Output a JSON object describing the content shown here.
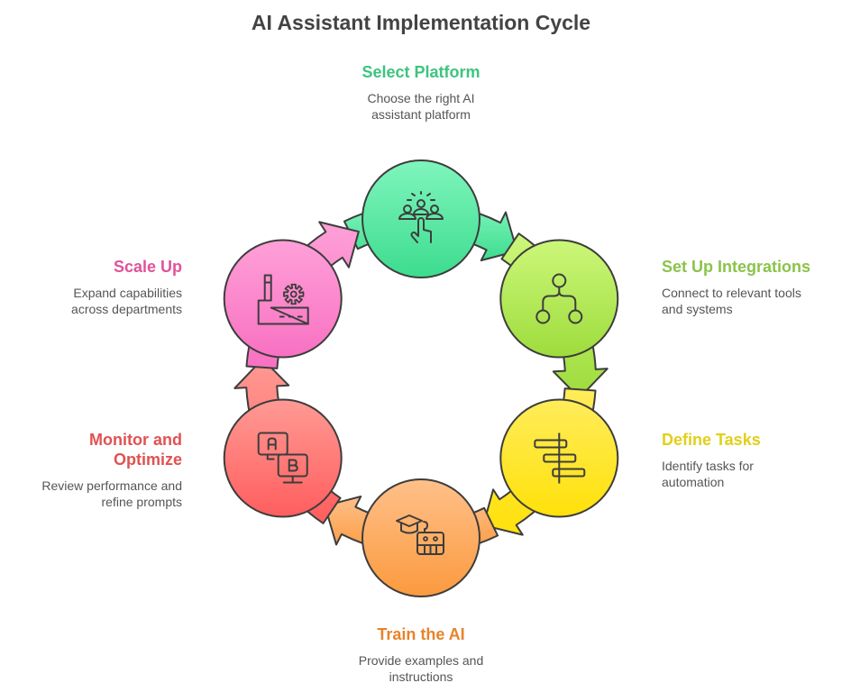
{
  "title": "AI Assistant Implementation Cycle",
  "steps": [
    {
      "id": "select-platform",
      "title": "Select Platform",
      "desc_lines": [
        "Choose the right AI",
        "assistant platform"
      ],
      "color": "#3dc47e",
      "fill_top": "#7ff5bd",
      "fill_bottom": "#3ddc8e",
      "icon": "people-pointer-icon"
    },
    {
      "id": "set-up-integrations",
      "title": "Set Up Integrations",
      "desc_lines": [
        "Connect to relevant tools",
        "and systems"
      ],
      "color": "#8bc34a",
      "fill_top": "#ccf77a",
      "fill_bottom": "#9edc3c",
      "icon": "hierarchy-nodes-icon"
    },
    {
      "id": "define-tasks",
      "title": "Define Tasks",
      "desc_lines": [
        "Identify tasks for",
        "automation"
      ],
      "color": "#e2cf1a",
      "fill_top": "#ffec5a",
      "fill_bottom": "#ffe10a",
      "icon": "gantt-tasks-icon"
    },
    {
      "id": "train-the-ai",
      "title": "Train the AI",
      "desc_lines": [
        "Provide examples and",
        "instructions"
      ],
      "color": "#e8832a",
      "fill_top": "#ffc08a",
      "fill_bottom": "#fb9a3e",
      "icon": "graduation-robot-icon"
    },
    {
      "id": "monitor-and-optimize",
      "title": "Monitor and Optimize",
      "title_lines": [
        "Monitor and",
        "Optimize"
      ],
      "desc_lines": [
        "Review performance and",
        "refine prompts"
      ],
      "color": "#e05252",
      "fill_top": "#ff9a94",
      "fill_bottom": "#ff5e5e",
      "icon": "ab-test-monitor-icon"
    },
    {
      "id": "scale-up",
      "title": "Scale Up",
      "desc_lines": [
        "Expand capabilities",
        "across departments"
      ],
      "color": "#e0529a",
      "fill_top": "#ffa0d8",
      "fill_bottom": "#f871c2",
      "icon": "factory-gear-icon"
    }
  ],
  "stroke_color": "#3d3d3d"
}
